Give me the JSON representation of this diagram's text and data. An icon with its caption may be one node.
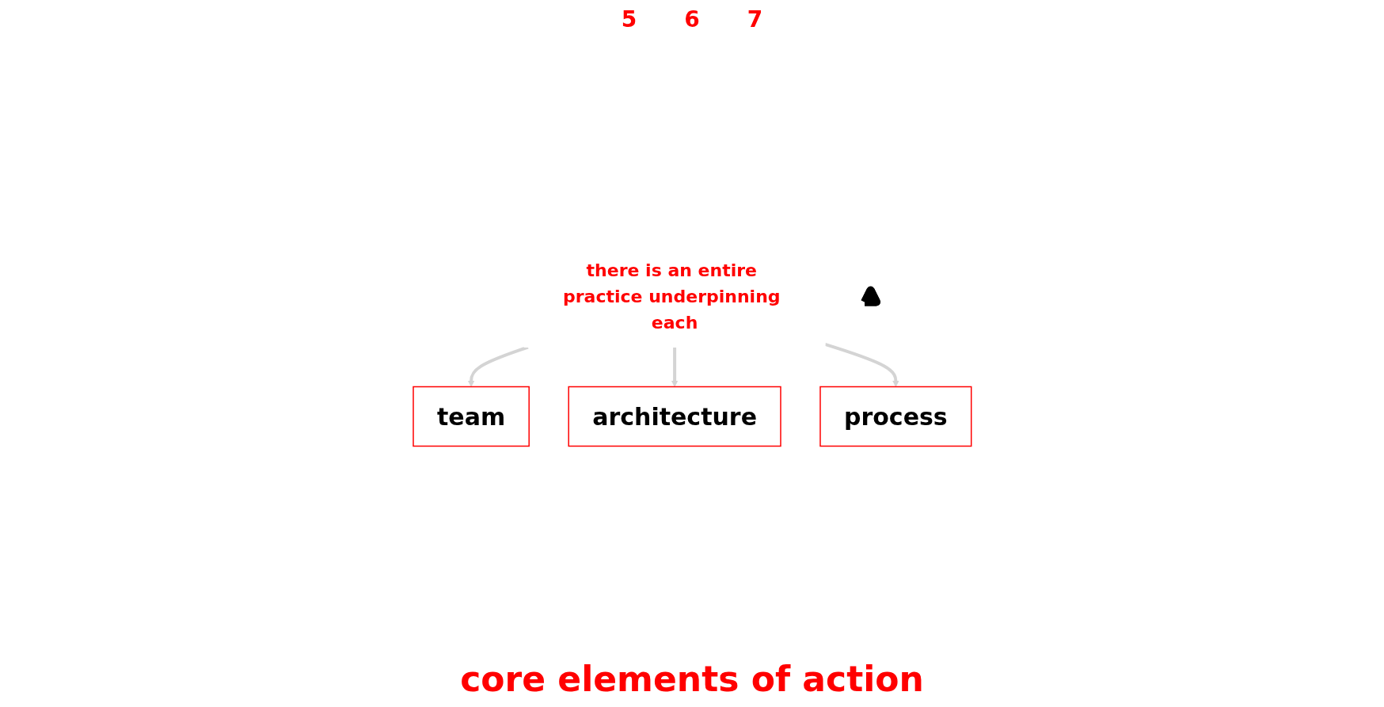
{
  "diagram": {
    "caption": "core elements of action",
    "nodes": [
      {
        "text": [
          "team"
        ]
      },
      {
        "text": [
          "there is an entire practice underpinning each"
        ]
      },
      {
        "text": [],
        "shape": "triangle"
      },
      {
        "text": [
          "process"
        ]
      },
      {
        "text": [
          "architecture"
        ]
      }
    ],
    "edges": [
      {
        "from": 1,
        "to": 0,
        "arrow": "to"
      },
      {
        "from": 1,
        "to": 4,
        "arrow": "to"
      },
      {
        "from": 1,
        "to": 3,
        "arrow": "to"
      }
    ],
    "labels": [
      "5",
      "6",
      "7"
    ]
  }
}
